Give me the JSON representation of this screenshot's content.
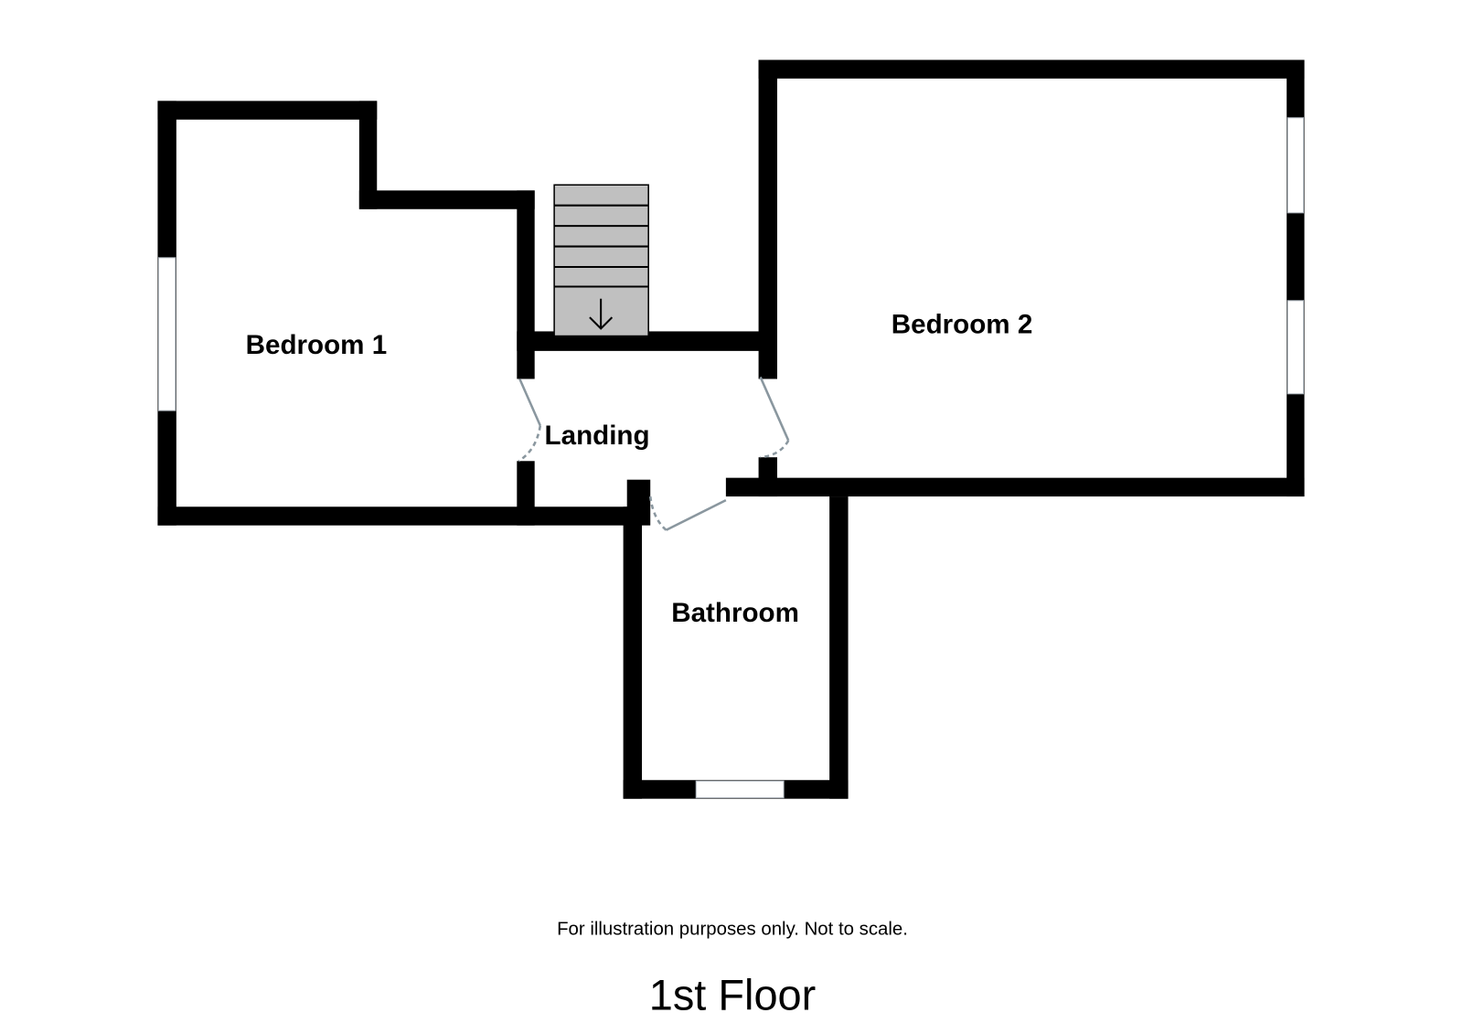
{
  "rooms": {
    "bedroom1": "Bedroom 1",
    "bedroom2": "Bedroom 2",
    "landing": "Landing",
    "bathroom": "Bathroom"
  },
  "footer": {
    "disclaimer": "For illustration purposes only. Not to scale.",
    "floor_title": "1st Floor"
  },
  "icons": {
    "stairs": "stairs-down-arrow-icon"
  }
}
